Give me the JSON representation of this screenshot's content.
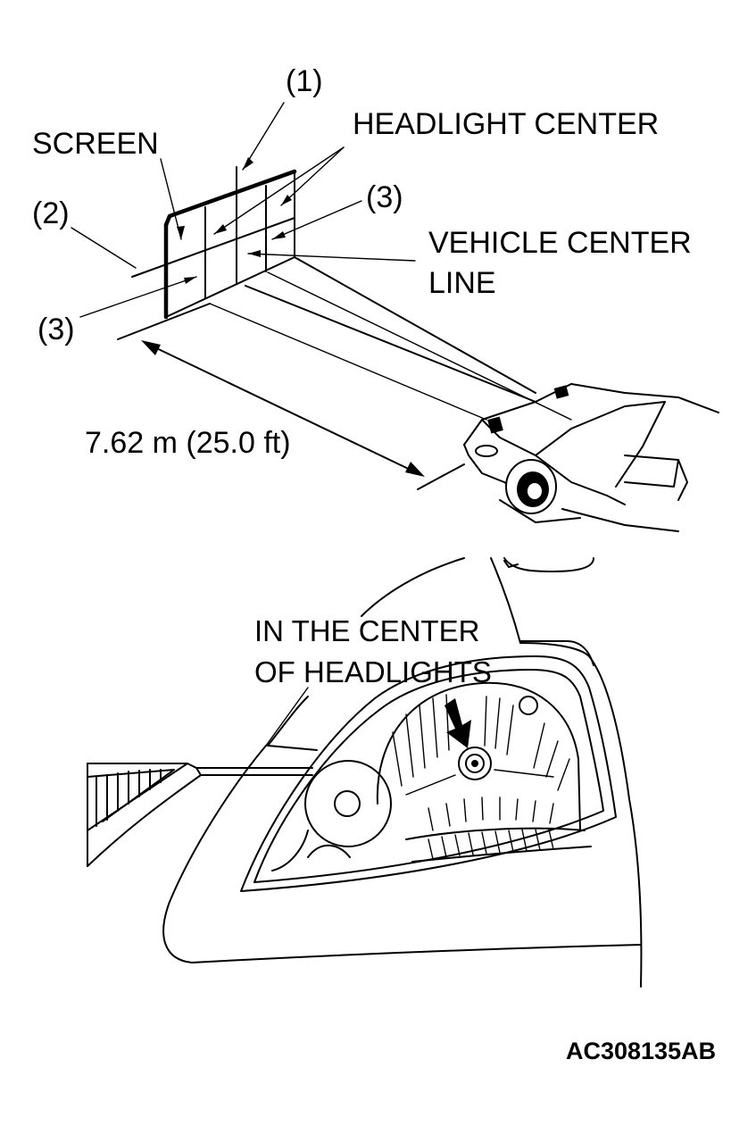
{
  "labels": {
    "callout_1": "(1)",
    "headlight_center": "HEADLIGHT CENTER",
    "screen": "SCREEN",
    "callout_2": "(2)",
    "callout_3_right": "(3)",
    "vehicle_center_line_1": "VEHICLE CENTER",
    "vehicle_center_line_2": "LINE",
    "callout_3_left": "(3)",
    "distance": "7.62 m (25.0 ft)",
    "in_center_1": "IN THE CENTER",
    "in_center_2": "OF HEADLIGHTS"
  },
  "figure_code": "AC308135AB"
}
